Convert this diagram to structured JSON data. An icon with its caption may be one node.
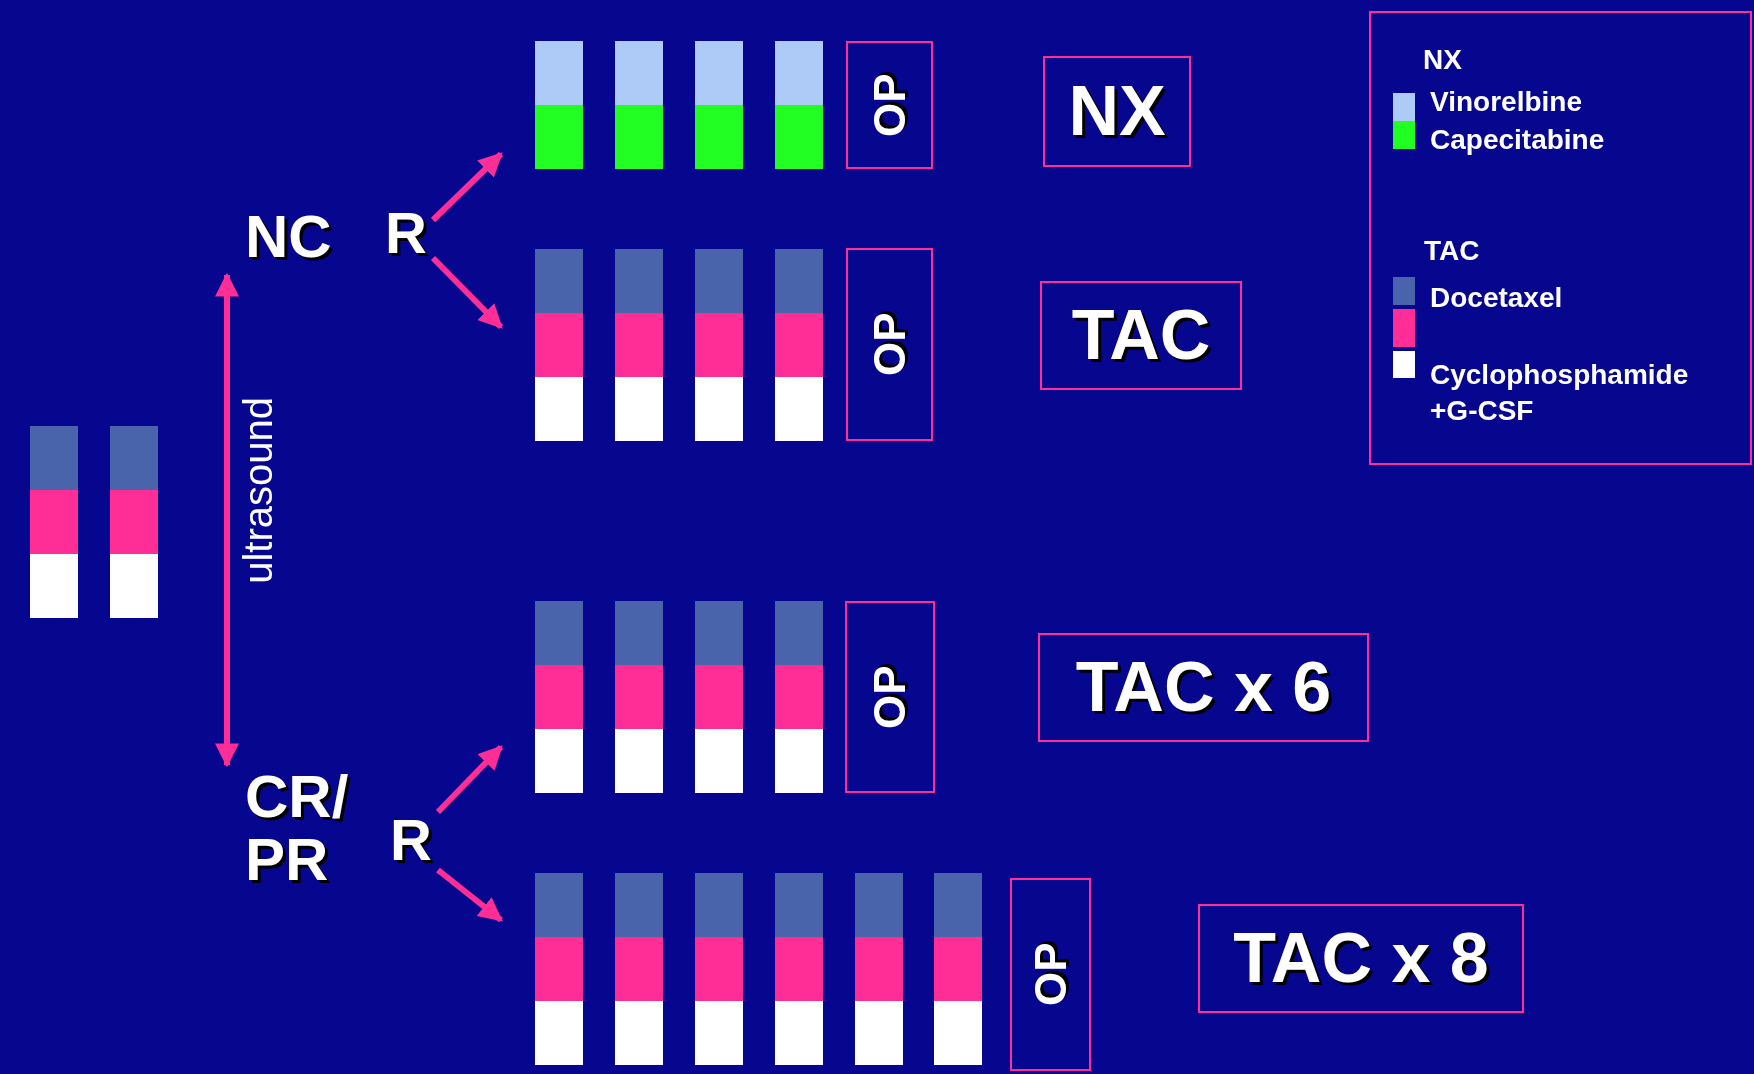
{
  "diagram": {
    "nodes": [
      {
        "text": [
          "NC"
        ]
      },
      {
        "text": [
          "CR/ PR"
        ]
      },
      {
        "text": [
          "R"
        ]
      },
      {
        "text": [
          "R"
        ]
      },
      {
        "text": [
          "OP"
        ]
      },
      {
        "text": [
          "NX"
        ]
      },
      {
        "text": [
          "OP"
        ]
      },
      {
        "text": [
          "TAC"
        ]
      },
      {
        "text": [
          "OP"
        ]
      },
      {
        "text": [
          "TAC x 6"
        ]
      },
      {
        "text": [
          "OP"
        ]
      },
      {
        "text": [
          "TAC x 8"
        ]
      }
    ],
    "edges": [
      {
        "from": 0,
        "to": 1,
        "arrow": "both",
        "label": "ultrasound"
      },
      {
        "from": 2,
        "to": null,
        "arrow": "to"
      },
      {
        "from": 2,
        "to": null,
        "arrow": "to"
      },
      {
        "from": 3,
        "to": null,
        "arrow": "to"
      },
      {
        "from": 3,
        "to": null,
        "arrow": "to"
      }
    ],
    "labels": [
      "NX",
      "TAC",
      "+G-CSF"
    ],
    "legend": [
      {
        "text": "Vinorelbine",
        "color": "#aecbf8"
      },
      {
        "text": "Capecitabine",
        "color": "#22ff22"
      },
      {
        "text": "Docetaxel",
        "color": "#4a64ac"
      },
      {
        "text": "Cyclophosphamide",
        "color": "#ffffff"
      }
    ]
  }
}
